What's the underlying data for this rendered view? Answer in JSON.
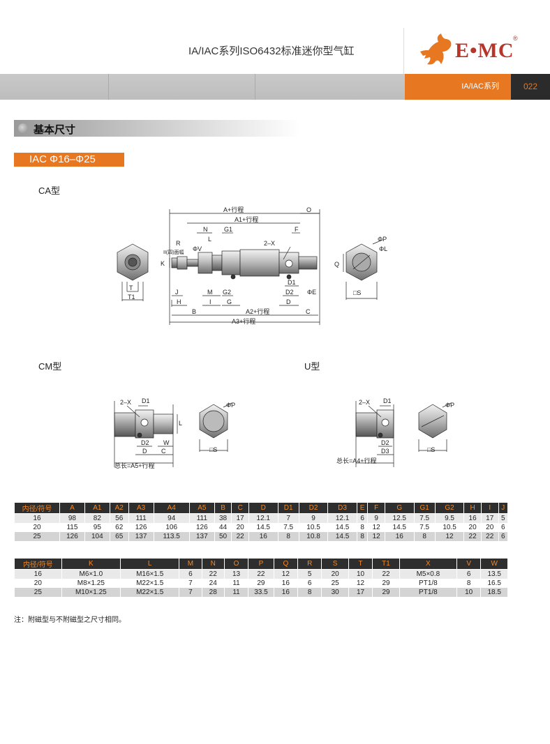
{
  "header": {
    "title": "IA/IAC系列ISO6432标准迷你型气缸",
    "logo_text": "E•MC",
    "logo_reg": "®",
    "series_label": "IA/IAC系列",
    "page_number": "022"
  },
  "section": {
    "title": "基本尺寸",
    "subtitle": "IAC Φ16–Φ25"
  },
  "diagram_labels": {
    "ca_type": "CA型",
    "cm_type": "CM型",
    "u_type": "U型",
    "a_stroke": "A+行程",
    "a1_stroke": "A1+行程",
    "a2_stroke": "A2+行程",
    "a3_stroke": "A3+行程",
    "n": "N",
    "l": "L",
    "g1": "G1",
    "f": "F",
    "o": "O",
    "r": "R",
    "v": "ΦV",
    "k": "K",
    "ii": "II(四)面幅",
    "two_x": "2–X",
    "phi_p": "ΦP",
    "phi_l": "ΦL",
    "q": "Q",
    "t": "T",
    "t1": "T1",
    "j": "J",
    "m": "M",
    "g2": "G2",
    "d1": "D1",
    "d2": "D2",
    "phi_e": "ΦE",
    "h": "H",
    "i": "I",
    "g": "G",
    "d": "D",
    "b": "B",
    "c": "C",
    "s": "□S",
    "w": "W",
    "total_a5": "总长=A5+行程",
    "d3": "D3",
    "total_a4": "总长=A4+行程"
  },
  "table1": {
    "headers": [
      "内径/符号",
      "A",
      "A1",
      "A2",
      "A3",
      "A4",
      "A5",
      "B",
      "C",
      "D",
      "D1",
      "D2",
      "D3",
      "E",
      "F",
      "G",
      "G1",
      "G2",
      "H",
      "I",
      "J"
    ],
    "rows": [
      [
        "16",
        "98",
        "82",
        "56",
        "111",
        "94",
        "111",
        "38",
        "17",
        "12.1",
        "7",
        "9",
        "12.1",
        "6",
        "9",
        "12.5",
        "7.5",
        "9.5",
        "16",
        "17",
        "5"
      ],
      [
        "20",
        "115",
        "95",
        "62",
        "126",
        "106",
        "126",
        "44",
        "20",
        "14.5",
        "7.5",
        "10.5",
        "14.5",
        "8",
        "12",
        "14.5",
        "7.5",
        "10.5",
        "20",
        "20",
        "6"
      ],
      [
        "25",
        "126",
        "104",
        "65",
        "137",
        "113.5",
        "137",
        "50",
        "22",
        "16",
        "8",
        "10.8",
        "14.5",
        "8",
        "12",
        "16",
        "8",
        "12",
        "22",
        "22",
        "6"
      ]
    ]
  },
  "table2": {
    "headers": [
      "内径/符号",
      "K",
      "L",
      "M",
      "N",
      "O",
      "P",
      "Q",
      "R",
      "S",
      "T",
      "T1",
      "X",
      "V",
      "W"
    ],
    "rows": [
      [
        "16",
        "M6×1.0",
        "M16×1.5",
        "6",
        "22",
        "13",
        "22",
        "12",
        "5",
        "20",
        "10",
        "22",
        "M5×0.8",
        "6",
        "13.5"
      ],
      [
        "20",
        "M8×1.25",
        "M22×1.5",
        "7",
        "24",
        "11",
        "29",
        "16",
        "6",
        "25",
        "12",
        "29",
        "PT1/8",
        "8",
        "16.5"
      ],
      [
        "25",
        "M10×1.25",
        "M22×1.5",
        "7",
        "28",
        "11",
        "33.5",
        "16",
        "8",
        "30",
        "17",
        "29",
        "PT1/8",
        "10",
        "18.5"
      ]
    ]
  },
  "note": "注：附磁型与不附磁型之尺寸相同。",
  "colors": {
    "orange": "#e87722",
    "dark": "#2b2b2b",
    "table_header_text": "#f08a2c",
    "band_gray": "#c4c4c4"
  }
}
